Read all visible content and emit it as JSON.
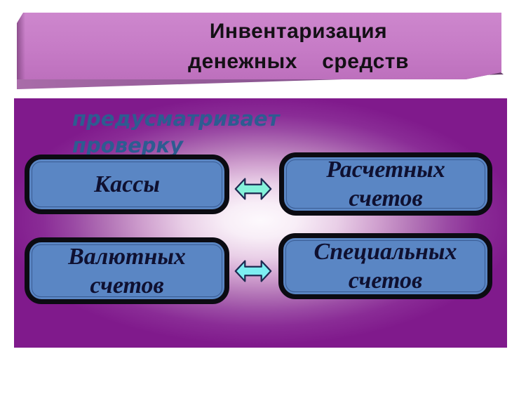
{
  "banner": {
    "title_line1": "Инвентаризация",
    "title_line2": "денежных    средств"
  },
  "panel": {
    "subtitle": "предусматривает проверку",
    "boxes": [
      {
        "name": "kassy",
        "lines": [
          "Кассы"
        ]
      },
      {
        "name": "raschetnykh-schetov",
        "lines": [
          "Расчетных",
          "счетов"
        ]
      },
      {
        "name": "valyutnykh-schetov",
        "lines": [
          "Валютных",
          "счетов"
        ]
      },
      {
        "name": "spetsialnykh-schetov",
        "lines": [
          "Специальных",
          "счетов"
        ]
      }
    ],
    "arrows": [
      {
        "icon": "double-headed-arrow-icon"
      },
      {
        "icon": "double-headed-arrow-icon"
      }
    ]
  },
  "colors": {
    "banner_face": "#c67bc6",
    "banner_shadow": "#8a5590",
    "panel_edge": "#801a8c",
    "panel_center": "#fdf9fd",
    "box_fill": "#5a86c4",
    "box_border": "#0b0b12",
    "box_text": "#0f1030",
    "title_text": "#141016",
    "subtitle_text": "#2d5c91",
    "arrow_fill_top": "#85f2da",
    "arrow_fill_bottom": "#7deef2",
    "arrow_stroke": "#1e2a52"
  }
}
